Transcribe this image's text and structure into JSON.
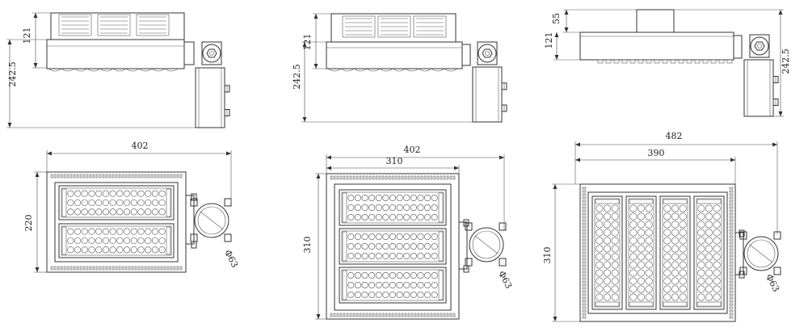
{
  "dimensions": {
    "small": {
      "height_total": "242.5",
      "height_body": "121",
      "width": "402",
      "depth": "220",
      "pole": "Φ63"
    },
    "medium": {
      "height_total": "242.5",
      "height_body": "121",
      "width_total": "402",
      "width_body": "310",
      "depth": "310",
      "pole": "Φ63"
    },
    "large": {
      "height_top": "55",
      "height_body": "121",
      "height_total": "242.5",
      "width_total": "482",
      "width_body": "390",
      "depth": "310",
      "pole": "Φ63"
    }
  },
  "colors": {
    "line": "#333333",
    "background": "#ffffff"
  }
}
